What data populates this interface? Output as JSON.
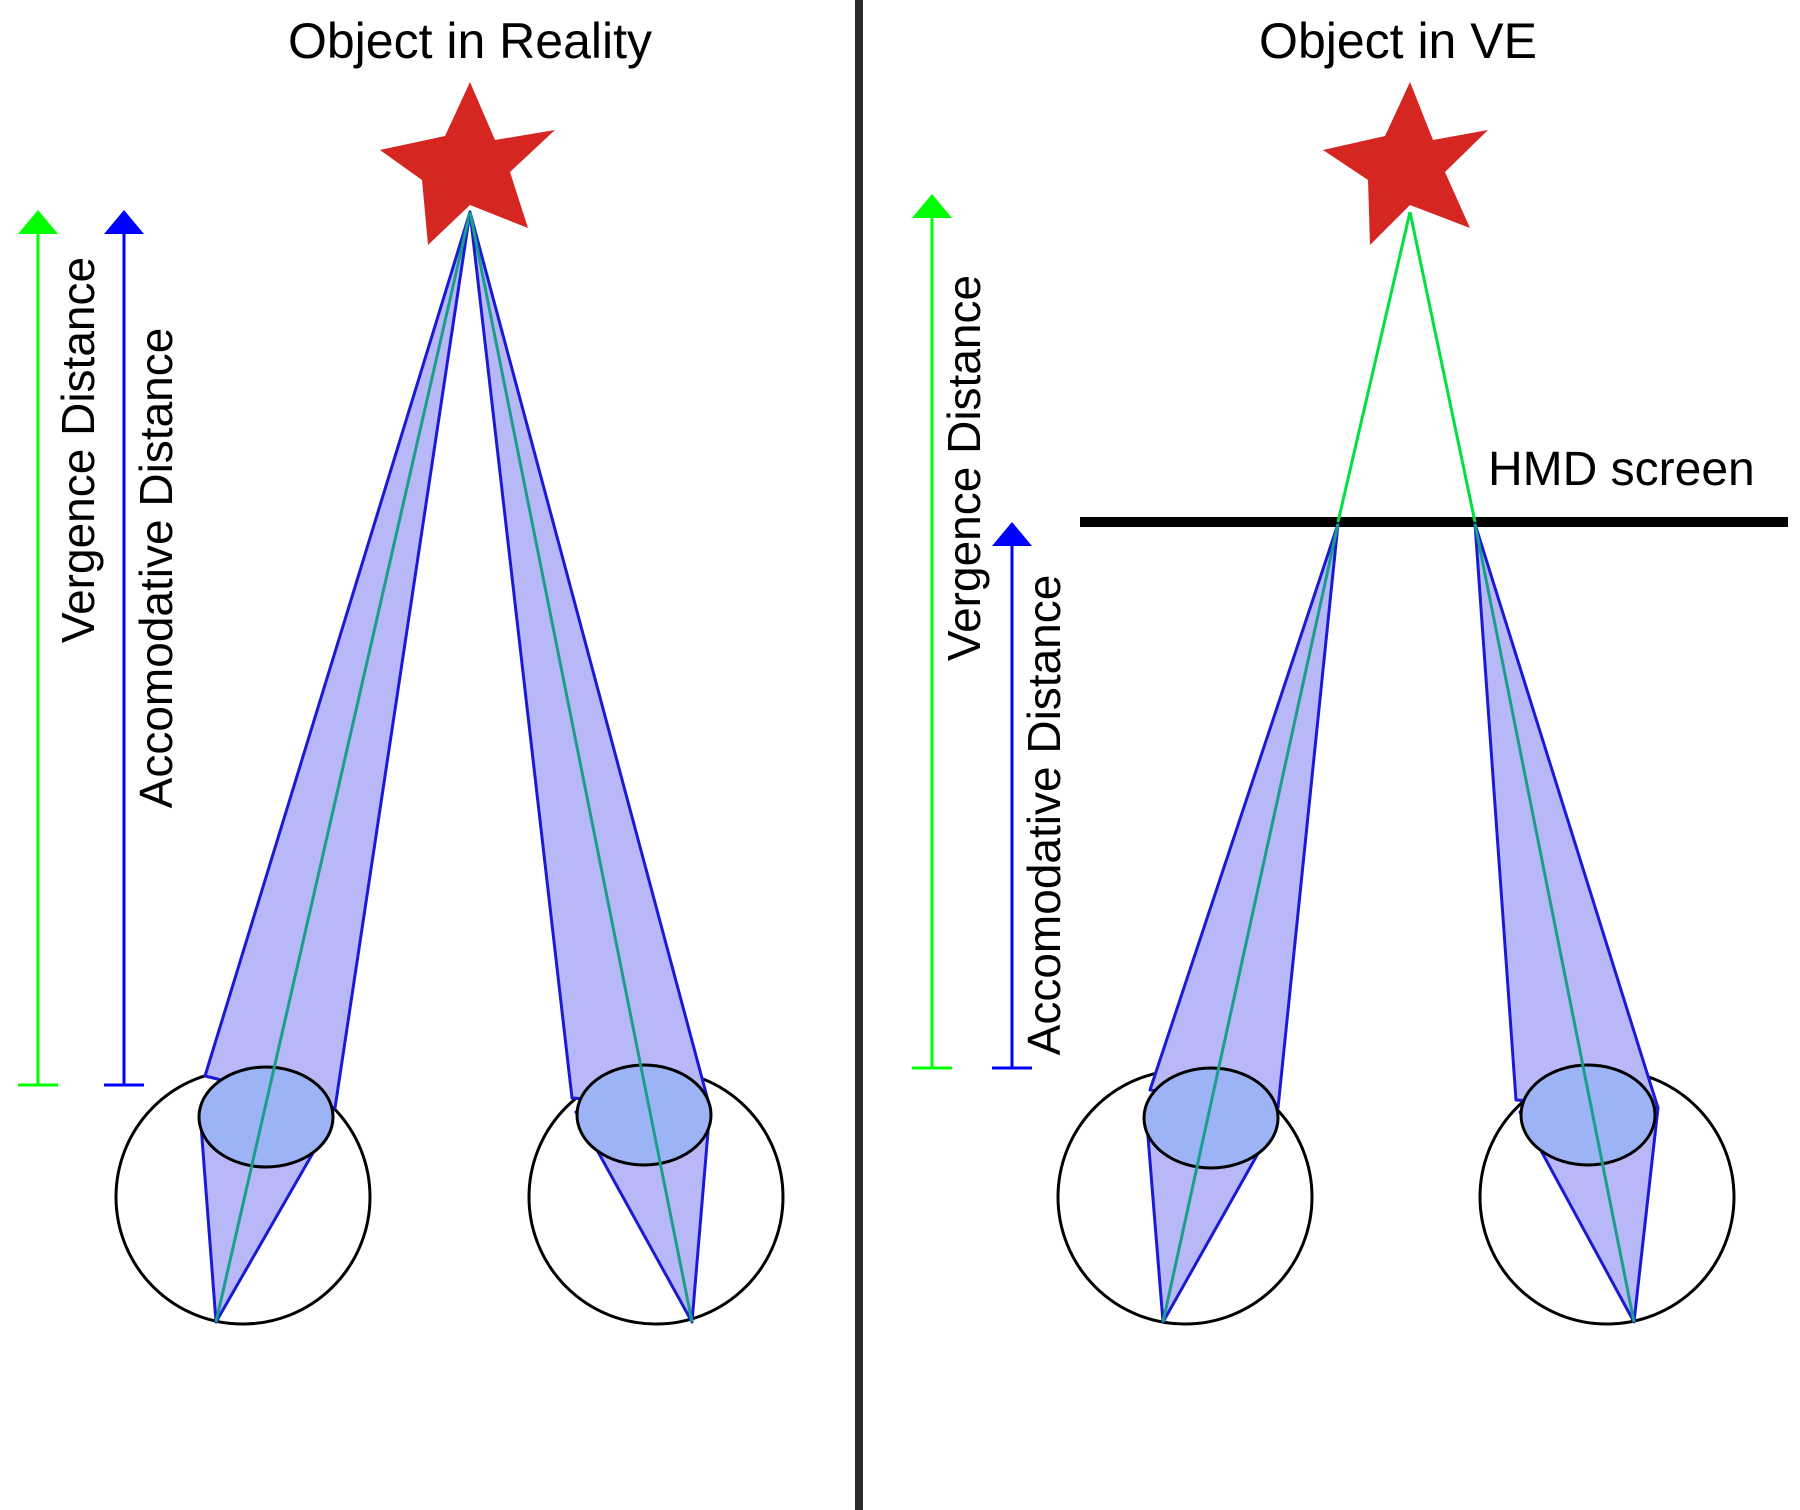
{
  "panels": {
    "left": {
      "title": "Object in Reality"
    },
    "right": {
      "title": "Object in VE"
    }
  },
  "labels": {
    "vergence": "Vergence Distance",
    "accommodative": "Accomodative Distance",
    "hmd_screen": "HMD screen"
  },
  "colors": {
    "star": "#d62621",
    "vergence": "#00ff00",
    "accommodative": "#0000ff",
    "cone_fill": "#b8b8f8",
    "cone_edge": "#1a1ad6",
    "lens_fill": "#9cb4f6",
    "gaze_line": "#1a9e8a",
    "divider": "#2b2b2b",
    "screen": "#000000"
  }
}
